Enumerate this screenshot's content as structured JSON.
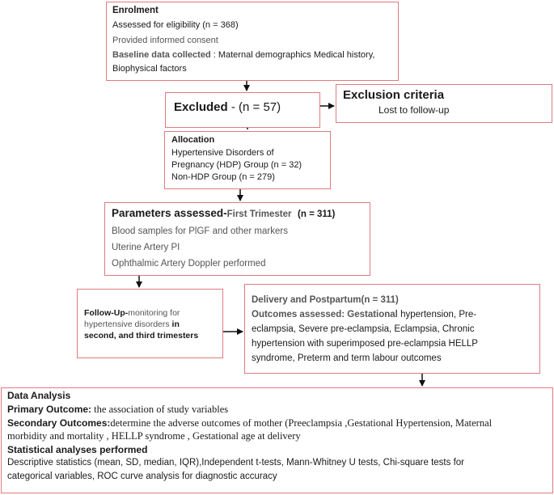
{
  "enrolment": {
    "title": "Enrolment",
    "line1": "Assessed for eligibility (n = 368)",
    "line2": "Provided informed consent",
    "baseline_bold": "Baseline data collected",
    "baseline_rest": " : Maternal demographics Medical history,",
    "line4": "Biophysical factors"
  },
  "excluded": {
    "label": "Excluded",
    "count": " - (n = 57)"
  },
  "exclusion": {
    "title": "Exclusion criteria",
    "reason": "Lost to follow-up"
  },
  "allocation": {
    "title": "Allocation",
    "line1": "Hypertensive Disorders of",
    "line2": "Pregnancy (HDP) Group (n = 32)",
    "line3": "Non-HDP Group (n = 279)"
  },
  "parameters": {
    "title": "Parameters assessed",
    "dash": "-",
    "trimester": "First Trimester",
    "count": "(n = 311)",
    "line1": "Blood samples for PlGF and other markers",
    "line2": "Uterine Artery PI",
    "line3": "Ophthalmic Artery Doppler performed"
  },
  "followup": {
    "title": "Follow-Up-",
    "desc1": "monitoring for",
    "line2": "hypertensive disorders",
    "line2b": " in",
    "line3": "second, and third trimesters"
  },
  "delivery": {
    "title": "Delivery and Postpartum(n = 311)",
    "outcomes_label": "Outcomes assessed: Gestational",
    "line1_rest": " hypertension, Pre-",
    "line2": "eclampsia, Severe pre-eclampsia, Eclampsia, Chronic",
    "line3": "hypertension with superimposed pre-eclampsia HELLP",
    "line4": "syndrome, Preterm and term labour outcomes"
  },
  "analysis": {
    "title": "Data Analysis",
    "primary_label": "Primary Outcome:",
    "primary_text": " the association of study variables",
    "secondary_label": "Secondary Outcomes:",
    "secondary_text1": "determine the adverse outcomes of mother (Preeclampsia ,Gestational Hypertension, Maternal",
    "secondary_text2": "morbidity and mortality , HELLP syndrome , Gestational age at delivery",
    "stats_title": "Statistical analyses performed",
    "stats_line1": "Descriptive statistics (mean, SD, median, IQR),Independent t-tests, Mann-Whitney U tests, Chi-square tests for",
    "stats_line2": "categorical variables, ROC curve analysis for diagnostic accuracy"
  },
  "colors": {
    "border": "#e07a80",
    "text": "#1a1a1a",
    "muted": "#555555"
  }
}
